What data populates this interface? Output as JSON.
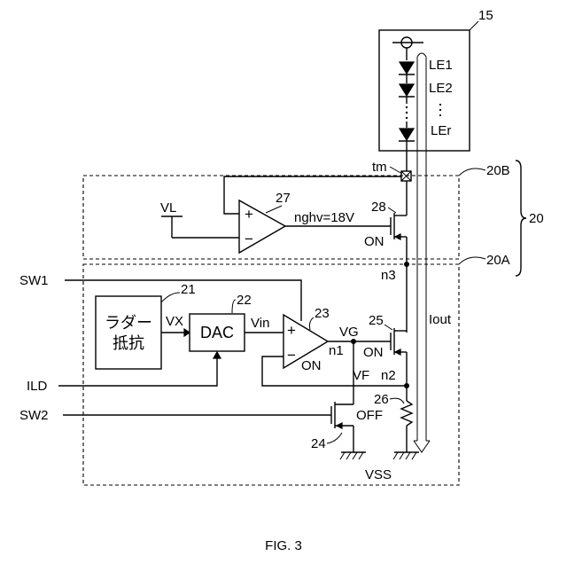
{
  "figure": {
    "caption": "FIG. 3",
    "refs": {
      "r15": "15",
      "r20": "20",
      "r20A": "20A",
      "r20B": "20B",
      "r21": "21",
      "r22": "22",
      "r23": "23",
      "r24": "24",
      "r25": "25",
      "r26": "26",
      "r27": "27",
      "r28": "28"
    },
    "labels": {
      "le1": "LE1",
      "le2": "LE2",
      "ler": "LEr",
      "tm": "tm",
      "vl": "VL",
      "nghv": "nghv=18V",
      "on28": "ON",
      "n3": "n3",
      "iout": "Iout",
      "sw1": "SW1",
      "sw2": "SW2",
      "ild": "ILD",
      "vx": "VX",
      "vin": "Vin",
      "vg": "VG",
      "n1": "n1",
      "on23": "ON",
      "on25": "ON",
      "vf": "VF",
      "n2": "n2",
      "off": "OFF",
      "vss": "VSS",
      "plus": "+",
      "minus": "−",
      "ladder_line1": "ラダー",
      "ladder_line2": "抵抗",
      "dac": "DAC"
    }
  }
}
